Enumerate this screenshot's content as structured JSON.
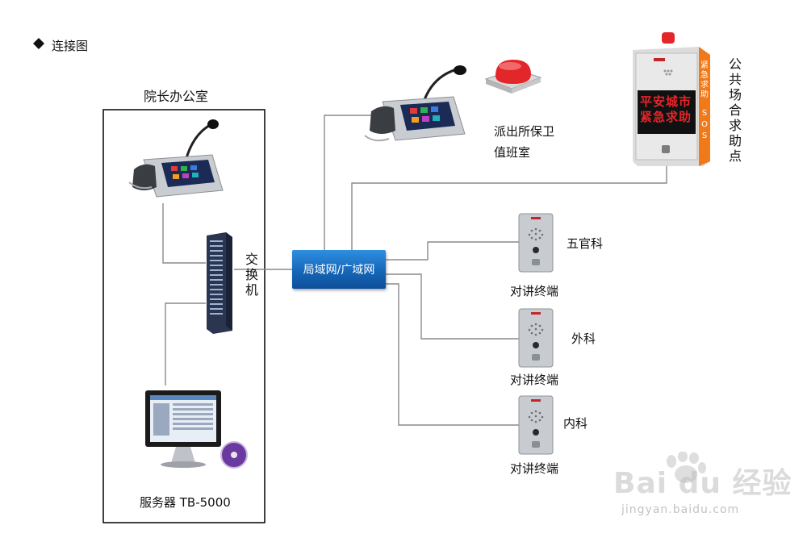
{
  "header": {
    "bullet_icon": "diamond-icon",
    "title": "连接图"
  },
  "office": {
    "title": "院长办公室",
    "switch_label": "交换机",
    "server_label": "服务器 TB-5000"
  },
  "network": {
    "label": "局域网/广域网"
  },
  "police_room": {
    "line1": "派出所保卫",
    "line2": "值班室"
  },
  "help_point": {
    "label": "公共场合求助点",
    "screen_line1": "平安城市",
    "screen_line2": "紧急求助",
    "side_text": "紧急求助",
    "sos_text": "SOS"
  },
  "terminals": [
    {
      "dept": "五官科",
      "caption": "对讲终端"
    },
    {
      "dept": "外科",
      "caption": "对讲终端"
    },
    {
      "dept": "内科",
      "caption": "对讲终端"
    }
  ],
  "watermark": {
    "logo": "Bai  du 经验",
    "url": "jingyan.baidu.com"
  },
  "colors": {
    "network_blue": "#1a6fc7",
    "line_gray": "#8a8a8a",
    "alarm_red": "#e3262a",
    "kiosk_orange": "#f07a1a"
  }
}
